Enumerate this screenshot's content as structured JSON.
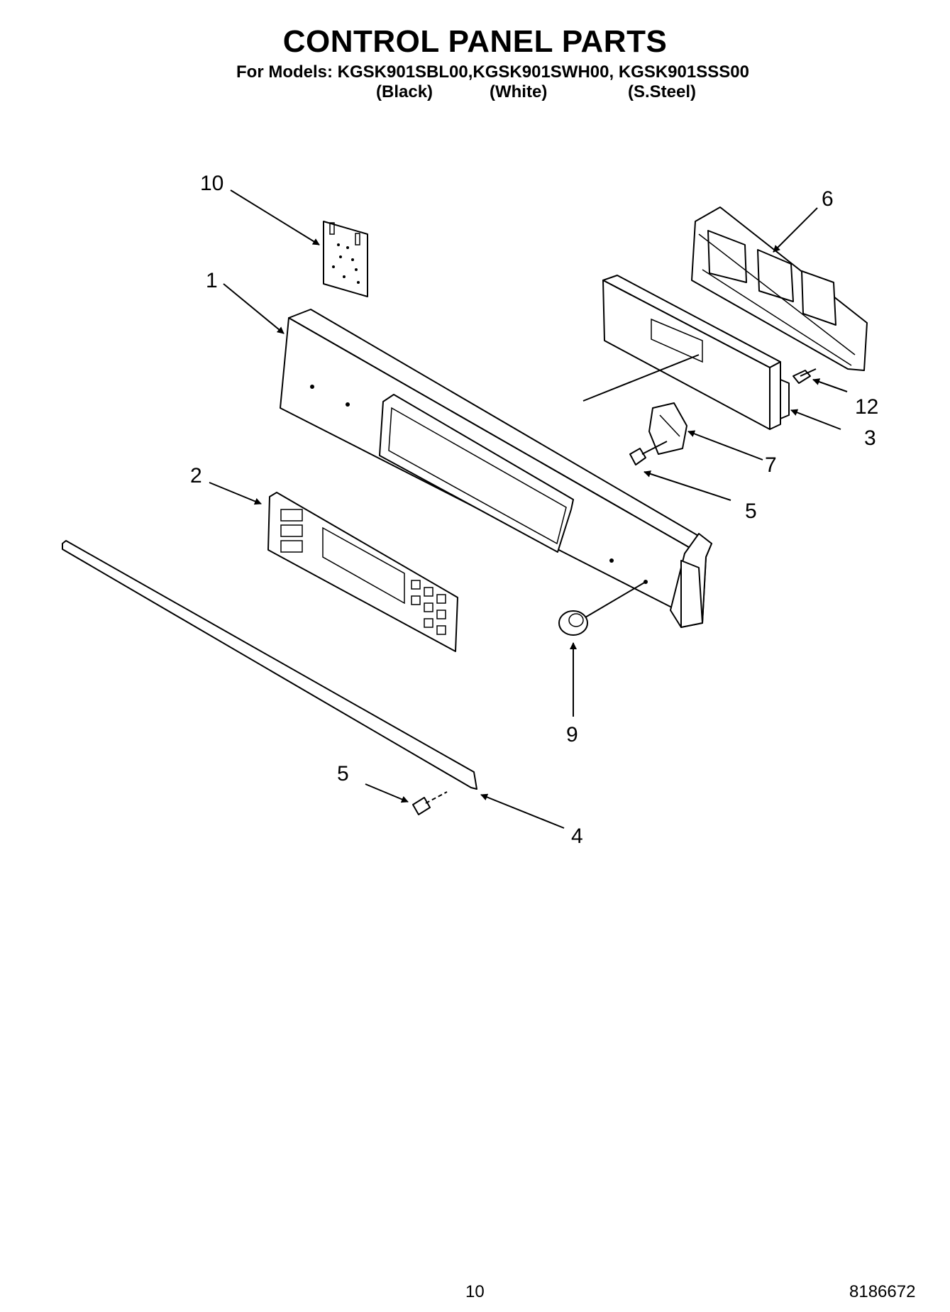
{
  "header": {
    "title": "CONTROL PANEL PARTS",
    "models_line": "For Models: KGSK901SBL00,KGSK901SWH00, KGSK901SSS00",
    "variants": [
      "(Black)",
      "(White)",
      "(S.Steel)"
    ]
  },
  "callouts": {
    "c1": "1",
    "c2": "2",
    "c3": "3",
    "c4": "4",
    "c5a": "5",
    "c5b": "5",
    "c6": "6",
    "c7": "7",
    "c9": "9",
    "c10": "10",
    "c12": "12"
  },
  "footer": {
    "page_number": "10",
    "doc_number": "8186672"
  }
}
